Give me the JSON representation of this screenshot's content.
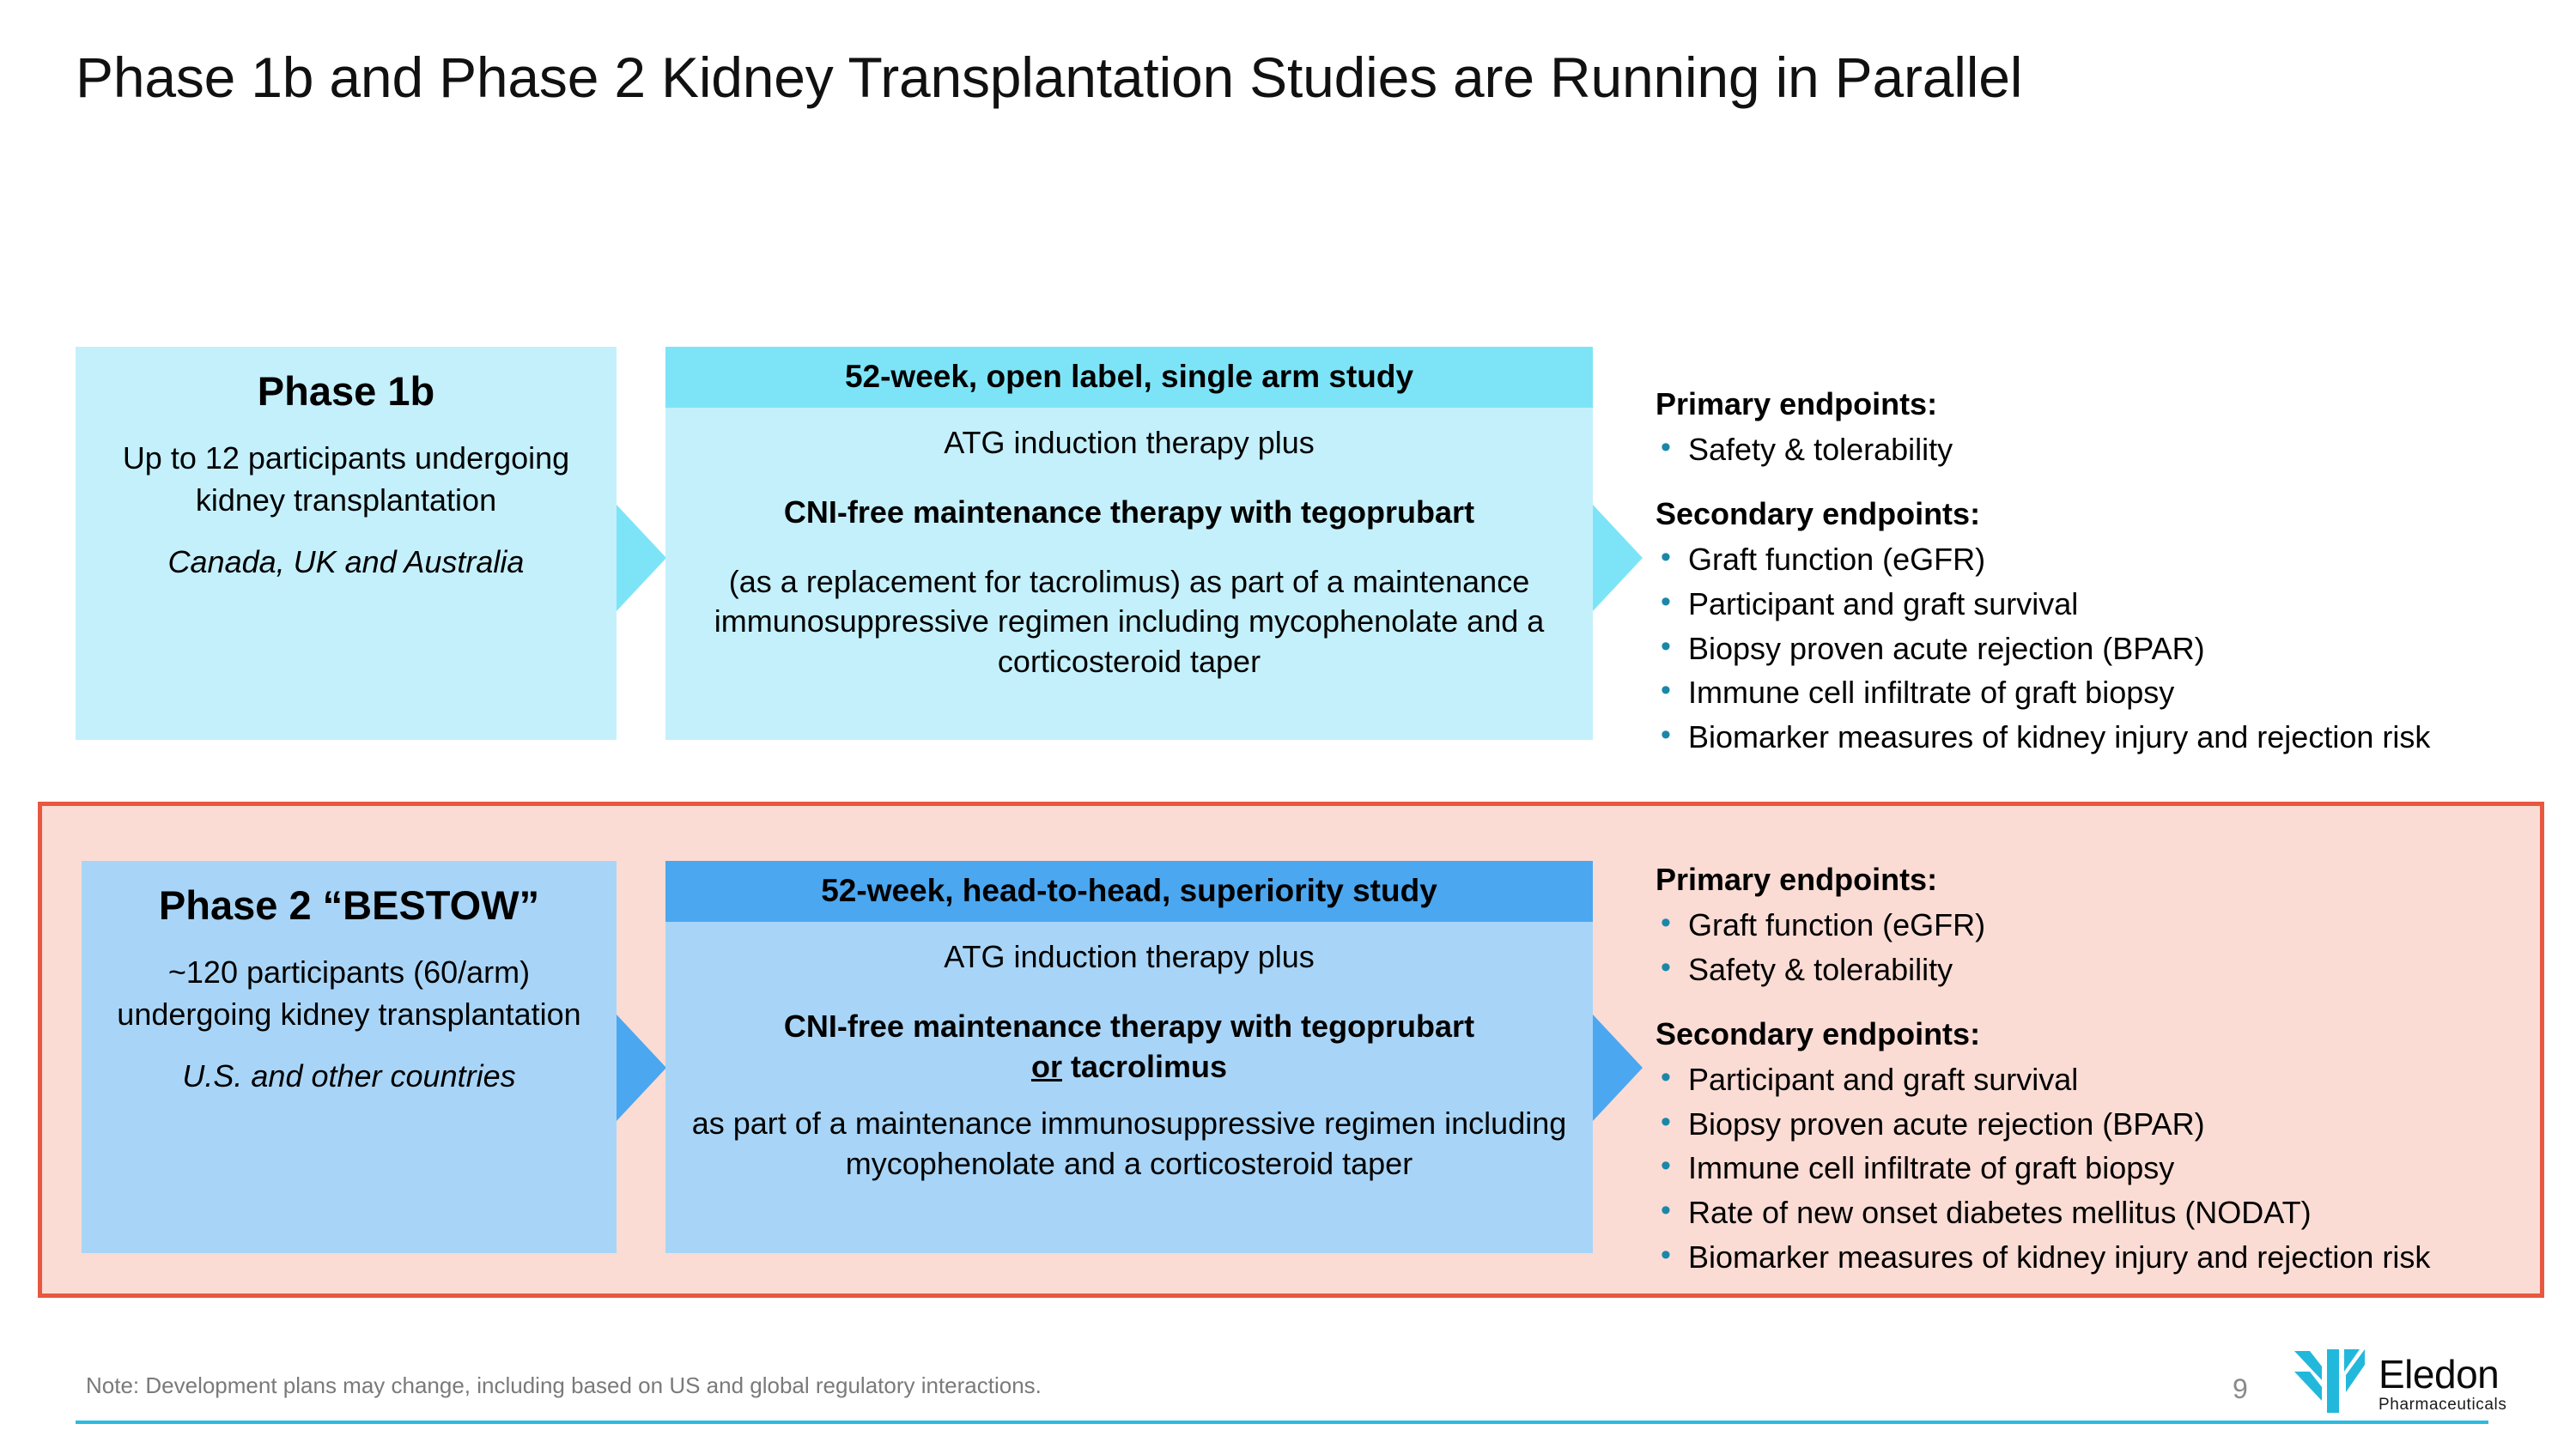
{
  "slide": {
    "title": "Phase 1b and Phase 2 Kidney Transplantation Studies are Running in Parallel",
    "page_number": "9"
  },
  "colors": {
    "phase1_left_box": "#C4F0FB",
    "phase1_mid_header": "#7DE4F8",
    "phase1_mid_body": "#C4F0FB",
    "phase1_arrow": "#7DE4F8",
    "phase2_left_box": "#A8D5F7",
    "phase2_mid_header": "#4BA7F0",
    "phase2_mid_body": "#A8D5F7",
    "phase2_arrow": "#4BA7F0",
    "phase2_container_fill": "#FADCD4",
    "phase2_container_border": "#E8573F",
    "bullet": "#1B87A8",
    "footer_rule": "#28BCE0",
    "logo_accent": "#22B8DC"
  },
  "phase1": {
    "left": {
      "phase_name": "Phase 1b",
      "detail": "Up to 12 participants undergoing kidney transplantation",
      "region": "Canada, UK and Australia"
    },
    "mid": {
      "header": "52-week, open label, single arm study",
      "line1": "ATG induction therapy plus",
      "line2": "CNI-free maintenance therapy with tegoprubart",
      "line3": "(as a replacement for tacrolimus) as part of a maintenance immunosuppressive regimen including mycophenolate and a corticosteroid taper"
    },
    "endpoints": {
      "primary_title": "Primary endpoints:",
      "primary": [
        "Safety & tolerability"
      ],
      "secondary_title": "Secondary endpoints:",
      "secondary": [
        "Graft function (eGFR)",
        "Participant and graft survival",
        "Biopsy proven acute rejection (BPAR)",
        "Immune cell infiltrate of graft biopsy",
        "Biomarker measures of kidney injury and rejection risk"
      ]
    }
  },
  "phase2": {
    "left": {
      "phase_name": "Phase 2 “BESTOW”",
      "detail": "~120 participants (60/arm) undergoing kidney transplantation",
      "region": "U.S. and other countries"
    },
    "mid": {
      "header": "52-week, head-to-head, superiority study",
      "line1": "ATG induction therapy plus",
      "line2a": "CNI-free maintenance therapy with tegoprubart",
      "line2b_underline": "or",
      "line2b_rest": " tacrolimus",
      "line3": "as part of a maintenance immunosuppressive regimen including mycophenolate and a corticosteroid taper"
    },
    "endpoints": {
      "primary_title": "Primary endpoints:",
      "primary": [
        "Graft function (eGFR)",
        "Safety & tolerability"
      ],
      "secondary_title": "Secondary endpoints:",
      "secondary": [
        "Participant and graft survival",
        "Biopsy proven acute rejection (BPAR)",
        "Immune cell infiltrate of graft biopsy",
        "Rate of new onset diabetes mellitus (NODAT)",
        "Biomarker measures of kidney injury and rejection risk"
      ]
    }
  },
  "footer": {
    "note": "Note: Development plans may change, including based on US and global regulatory interactions.",
    "logo_name": "Eledon",
    "logo_sub": "Pharmaceuticals"
  }
}
